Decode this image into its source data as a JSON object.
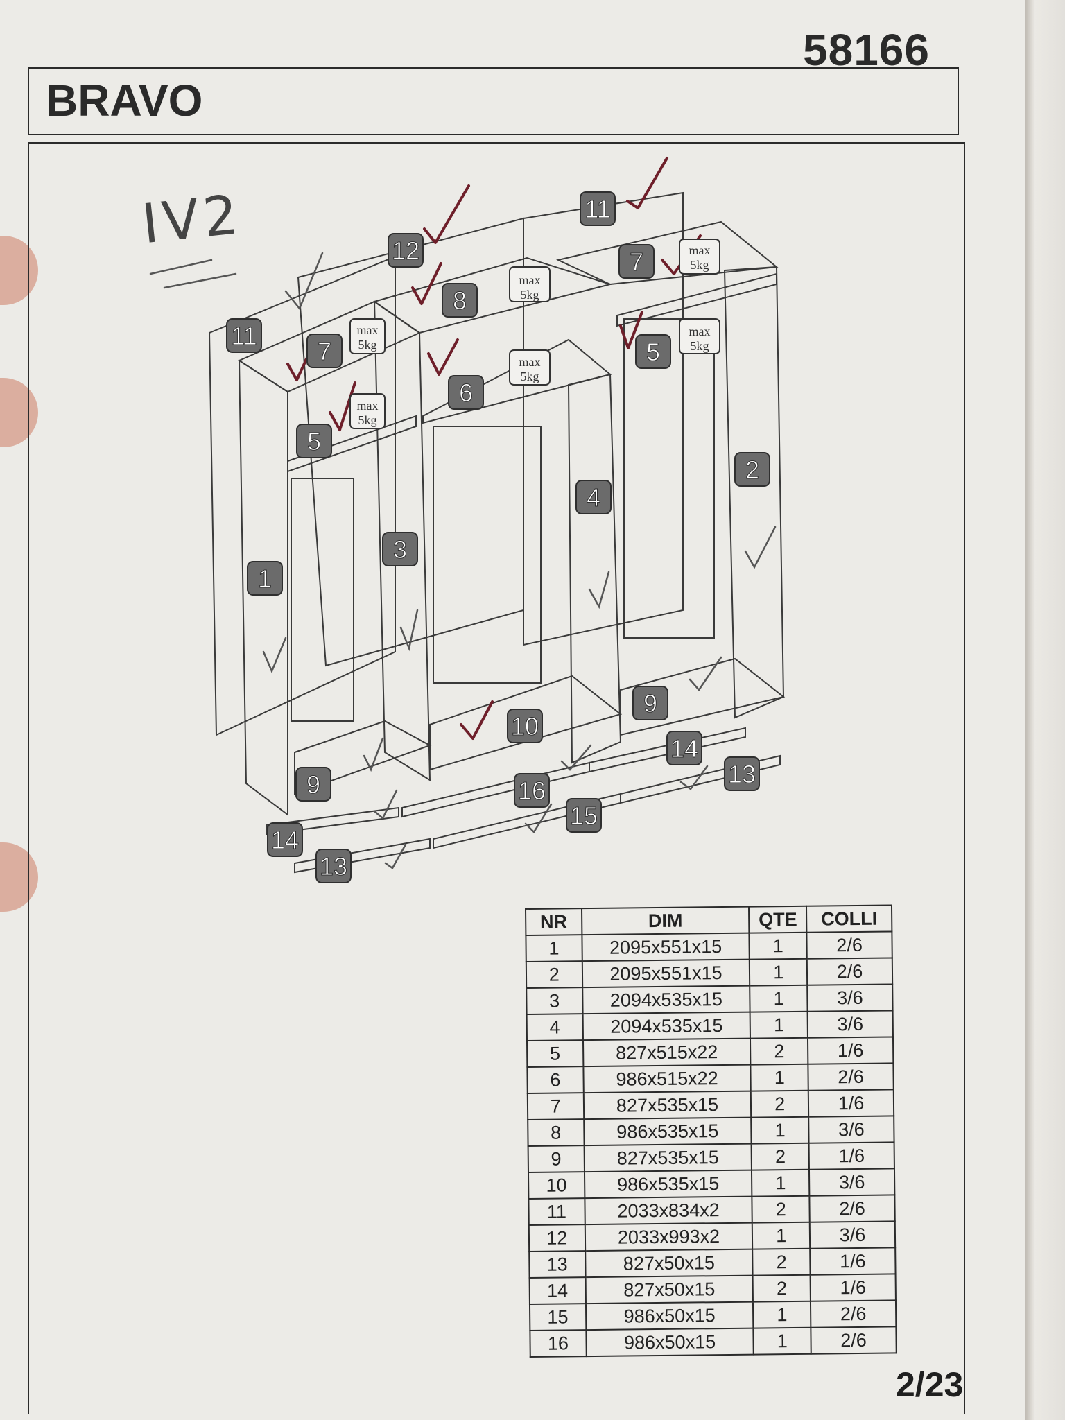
{
  "document": {
    "model_name": "BRAVO",
    "model_number": "58166",
    "page": "2/23",
    "handwritten_note": "IV2"
  },
  "diagram": {
    "part_labels": [
      "1",
      "2",
      "3",
      "4",
      "5",
      "5",
      "6",
      "7",
      "7",
      "8",
      "9",
      "9",
      "10",
      "11",
      "11",
      "12",
      "13",
      "13",
      "14",
      "14",
      "15",
      "16"
    ],
    "weight_limit_label": "max 5kg"
  },
  "table": {
    "headers": [
      "NR",
      "DIM",
      "QTE",
      "COLLI"
    ],
    "rows": [
      [
        "1",
        "2095x551x15",
        "1",
        "2/6"
      ],
      [
        "2",
        "2095x551x15",
        "1",
        "2/6"
      ],
      [
        "3",
        "2094x535x15",
        "1",
        "3/6"
      ],
      [
        "4",
        "2094x535x15",
        "1",
        "3/6"
      ],
      [
        "5",
        "827x515x22",
        "2",
        "1/6"
      ],
      [
        "6",
        "986x515x22",
        "1",
        "2/6"
      ],
      [
        "7",
        "827x535x15",
        "2",
        "1/6"
      ],
      [
        "8",
        "986x535x15",
        "1",
        "3/6"
      ],
      [
        "9",
        "827x535x15",
        "2",
        "1/6"
      ],
      [
        "10",
        "986x535x15",
        "1",
        "3/6"
      ],
      [
        "11",
        "2033x834x2",
        "2",
        "2/6"
      ],
      [
        "12",
        "2033x993x2",
        "1",
        "3/6"
      ],
      [
        "13",
        "827x50x15",
        "2",
        "1/6"
      ],
      [
        "14",
        "827x50x15",
        "2",
        "1/6"
      ],
      [
        "15",
        "986x50x15",
        "1",
        "2/6"
      ],
      [
        "16",
        "986x50x15",
        "1",
        "2/6"
      ]
    ]
  },
  "colors": {
    "paper": "#ecebe7",
    "ink": "#2a2a2a",
    "label_box": "#6b6b6b",
    "check_mark": "#6e1f2a"
  }
}
